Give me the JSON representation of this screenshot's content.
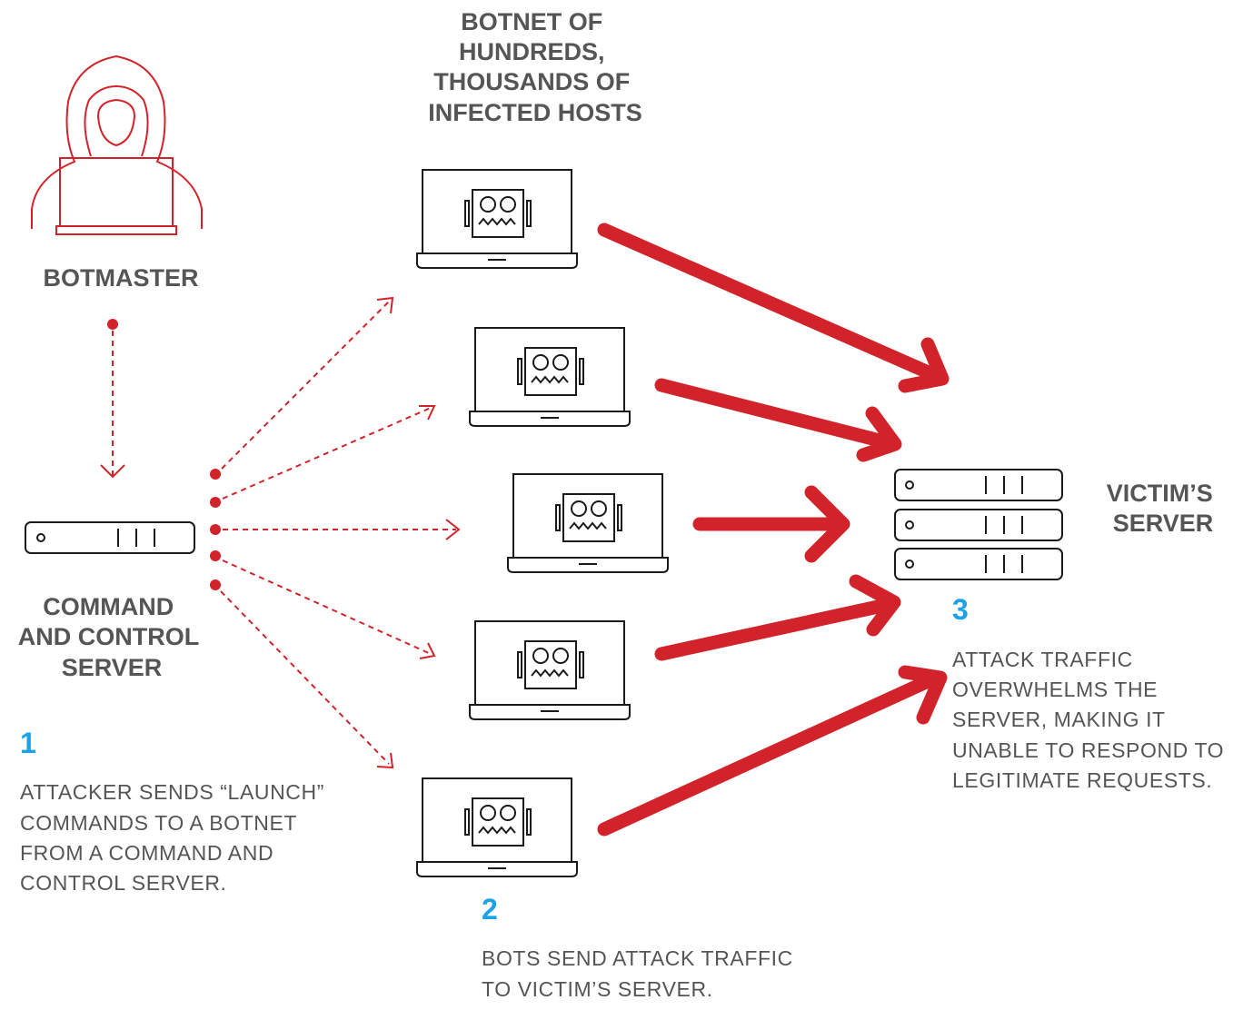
{
  "colors": {
    "red": "#d2232a",
    "text": "#555555",
    "accent": "#1aa3e8",
    "outline": "#1a1a1a"
  },
  "labels": {
    "botnet": [
      "BOTNET OF",
      "HUNDREDS,",
      "THOUSANDS OF",
      "INFECTED HOSTS"
    ],
    "botmaster": "BOTMASTER",
    "cnc": [
      "COMMAND",
      "AND CONTROL",
      "SERVER"
    ],
    "victim": [
      "VICTIM’S",
      "SERVER"
    ]
  },
  "steps": [
    {
      "number": "1",
      "lines": [
        "ATTACKER SENDS “LAUNCH”",
        "COMMANDS TO A BOTNET",
        "FROM A COMMAND AND",
        "CONTROL SERVER."
      ]
    },
    {
      "number": "2",
      "lines": [
        "BOTS SEND ATTACK TRAFFIC",
        "TO VICTIM’S SERVER."
      ]
    },
    {
      "number": "3",
      "lines": [
        "ATTACK TRAFFIC",
        "OVERWHELMS THE",
        "SERVER, MAKING IT",
        "UNABLE TO RESPOND TO",
        "LEGITIMATE REQUESTS."
      ]
    }
  ],
  "icons": {
    "hacker": "hooded-hacker-icon",
    "cnc_server": "server-rack-icon",
    "bot_host": "infected-laptop-icon",
    "victim_server": "server-stack-icon"
  },
  "bot_host_count": 5,
  "victim_server_units": 3
}
